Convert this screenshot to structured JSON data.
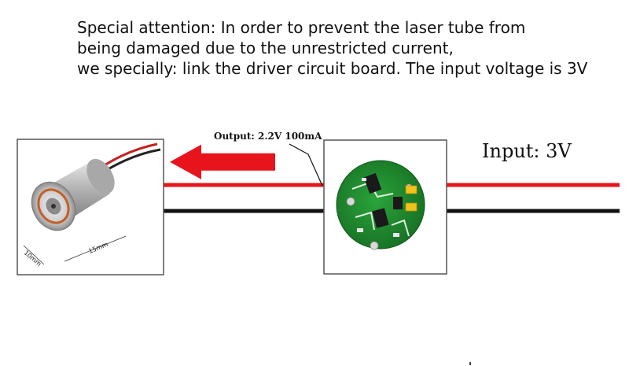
{
  "notice": {
    "line1": "Special attention: In order to prevent the laser tube from",
    "line2": "being damaged due to the unrestricted current,",
    "line3": "we specially: link the driver circuit board. The input voltage is 3V"
  },
  "labels": {
    "output": "Output: 2.2V 100mA",
    "input": "Input: 3V",
    "dim_diameter": "10mm",
    "dim_length": "15mm"
  },
  "colors": {
    "wire_positive": "#e8141c",
    "wire_negative": "#111111",
    "arrow": "#e8141c",
    "pcb": "#1f8a2e",
    "frame": "#555555"
  },
  "icons": {
    "laser_module": "laser-module-photo",
    "driver_board": "driver-board-photo",
    "direction": "left-arrow-icon"
  }
}
